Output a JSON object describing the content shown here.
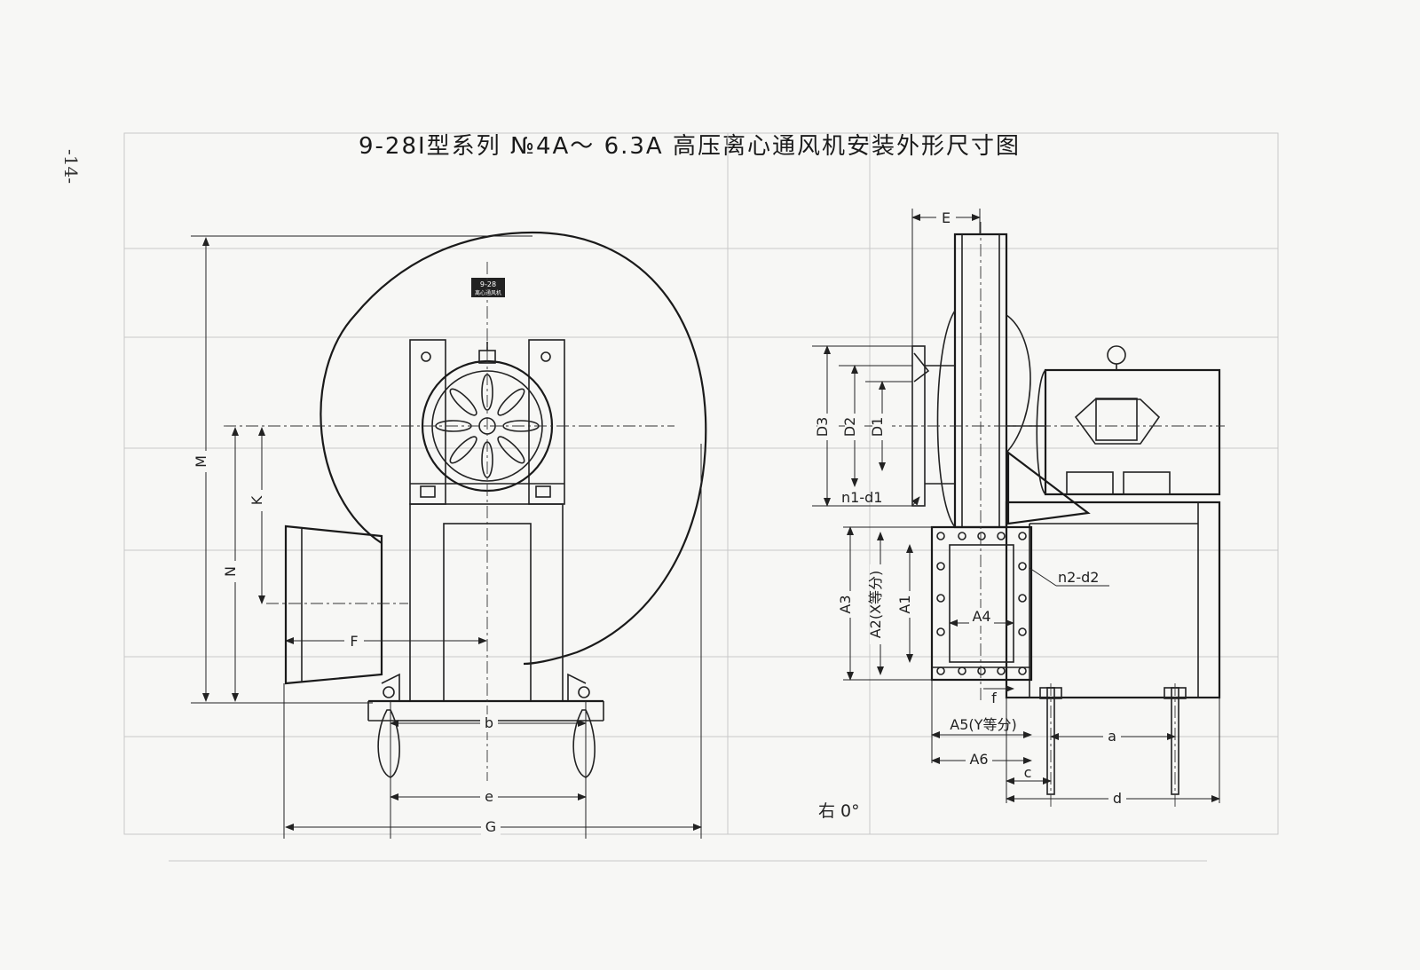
{
  "page_number": "-14-",
  "title": "9-28Ⅰ型系列 №4A～ 6.3A 高压离心通风机安装外形尺寸图",
  "nameplate": {
    "model": "9-28",
    "name": "离心通风机"
  },
  "orientation_label": "右 0°",
  "front_view": {
    "dims": {
      "M": "M",
      "K": "K",
      "N": "N",
      "F": "F",
      "b": "b",
      "e": "e",
      "G": "G"
    }
  },
  "side_view": {
    "dims": {
      "E": "E",
      "D3": "D3",
      "D2": "D2",
      "D1": "D1",
      "n1d1": "n1-d1",
      "n2d2": "n2-d2",
      "A3": "A3",
      "A2": "A2(X等分)",
      "A1": "A1",
      "A4": "A4",
      "f": "f",
      "A5": "A5(Y等分)",
      "A6": "A6",
      "a": "a",
      "c": "c",
      "d": "d"
    }
  }
}
